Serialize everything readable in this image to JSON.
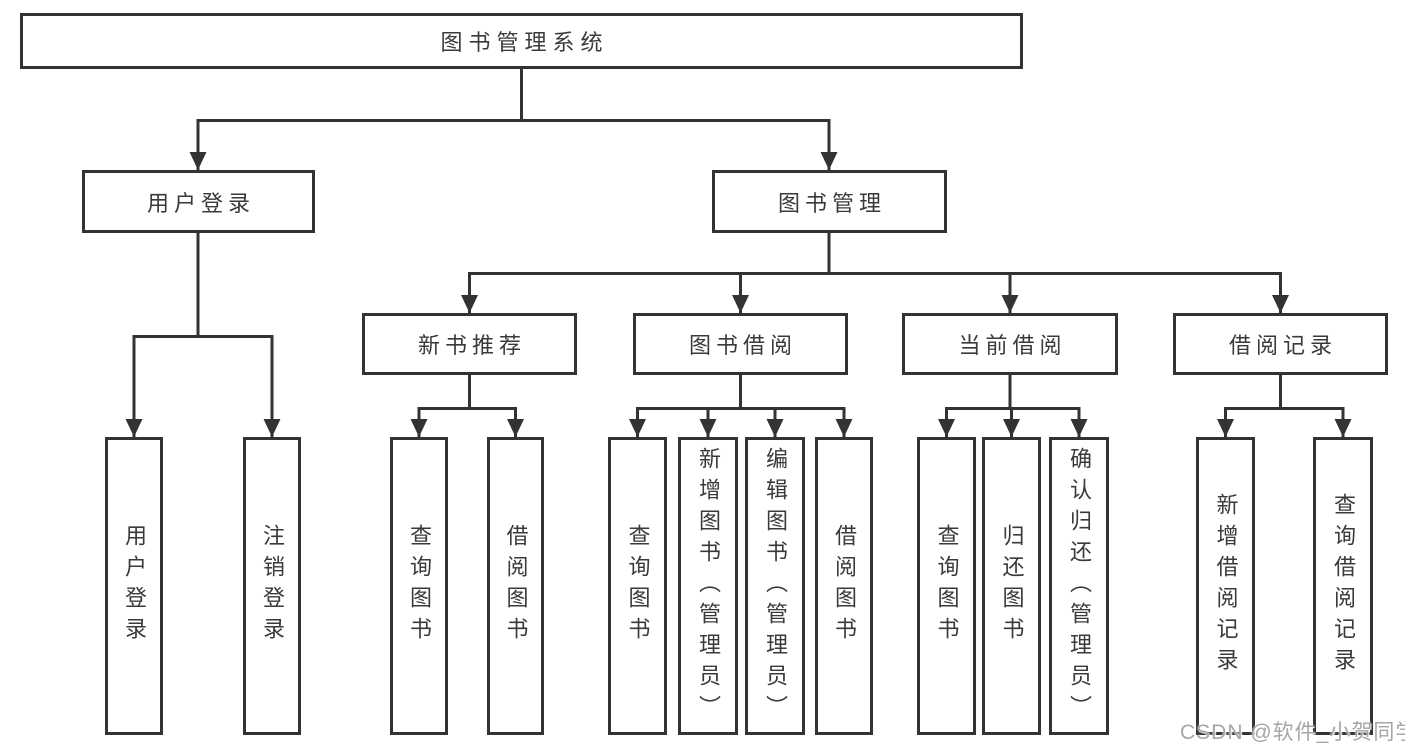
{
  "colors": {
    "line": "#333333",
    "node_border": "#333333",
    "node_text": "#3a3a3a",
    "background": "#ffffff",
    "watermark_text": "#a6a6a6"
  },
  "watermark": "CSDN @软件_小贺同学",
  "tree": {
    "root": {
      "label": "图书管理系统"
    },
    "level2": [
      {
        "label": "用户登录",
        "children": [
          "用户登录",
          "注销登录"
        ]
      },
      {
        "label": "图书管理"
      }
    ],
    "level3": [
      {
        "label": "新书推荐",
        "children": [
          "查询图书",
          "借阅图书"
        ]
      },
      {
        "label": "图书借阅",
        "children": [
          "查询图书",
          "新增图书（管理员）",
          "编辑图书（管理员）",
          "借阅图书"
        ]
      },
      {
        "label": "当前借阅",
        "children": [
          "查询图书",
          "归还图书",
          "确认归还（管理员）"
        ]
      },
      {
        "label": "借阅记录",
        "children": [
          "新增借阅记录",
          "查询借阅记录"
        ]
      }
    ]
  }
}
